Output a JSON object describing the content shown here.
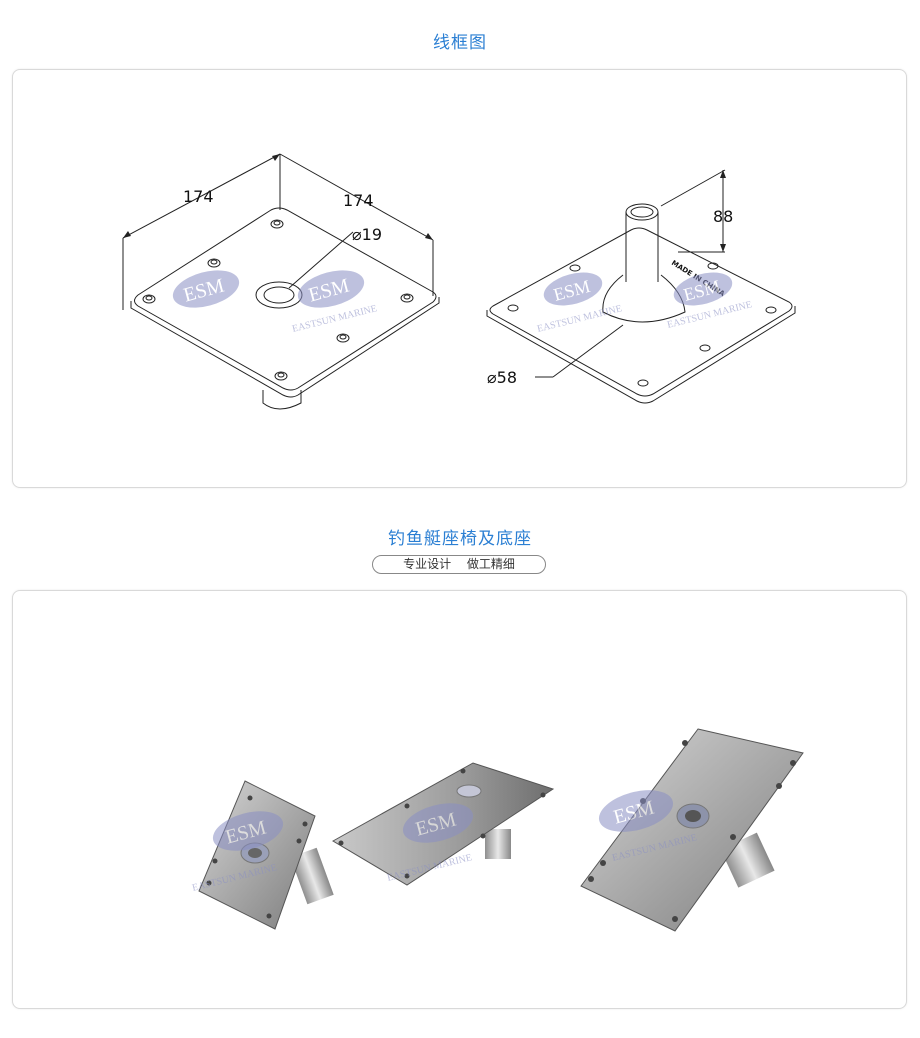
{
  "section1": {
    "title": "线框图",
    "dimensions": {
      "width_a": "174",
      "width_b": "174",
      "hole": "⌀19",
      "height": "88",
      "base": "⌀58"
    },
    "stamp": "MADE IN CHINA"
  },
  "section2": {
    "title": "钓鱼艇座椅及底座",
    "tagline_1": "专业设计",
    "tagline_2": "做工精细"
  },
  "watermark": {
    "logo": "ESM",
    "text": "EASTSUN MARINE"
  },
  "colors": {
    "title_blue": "#2b7fd3",
    "watermark": "#8a8fc4",
    "line": "#222222",
    "metal": "#b8b8b8"
  }
}
